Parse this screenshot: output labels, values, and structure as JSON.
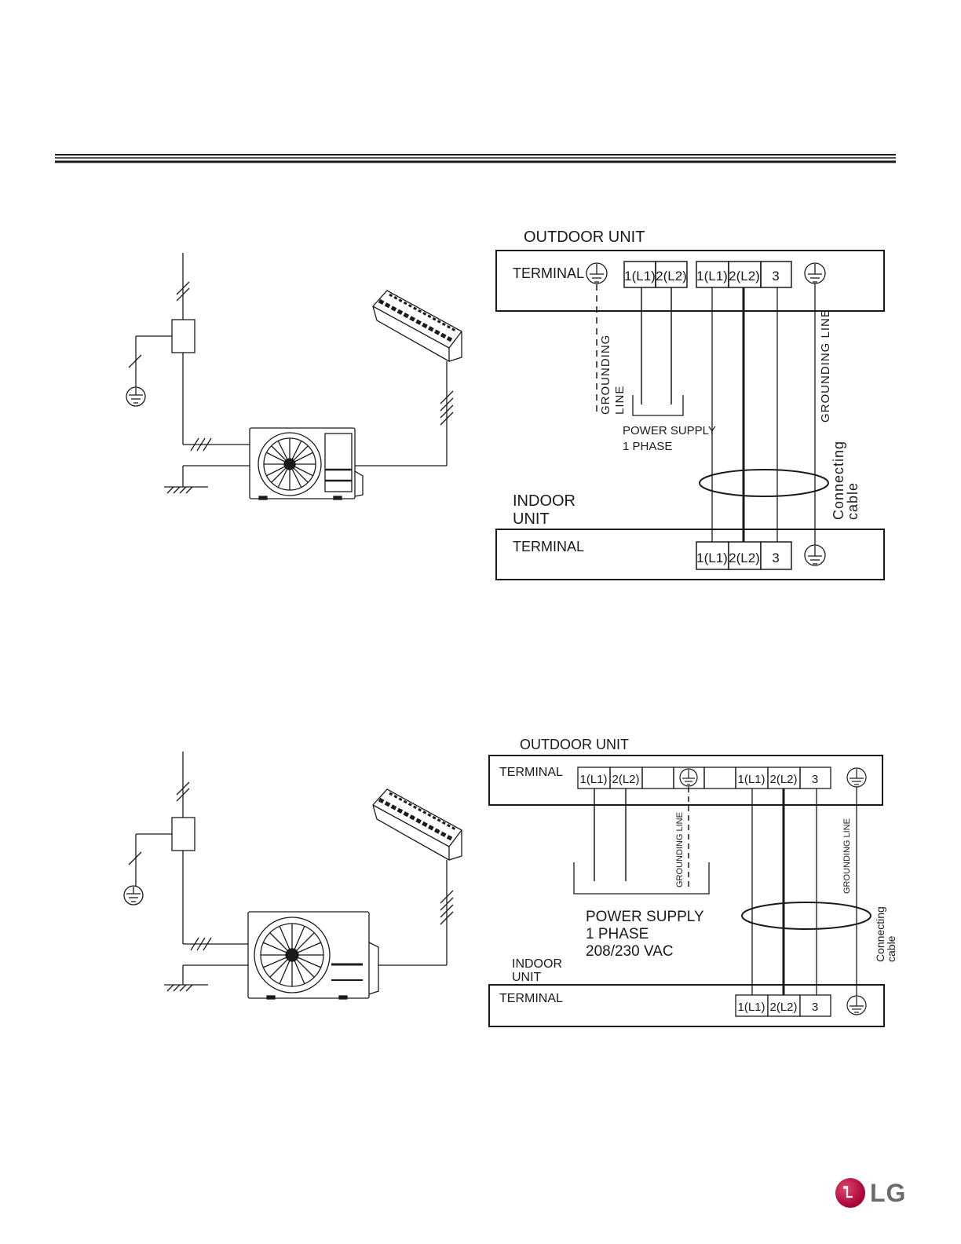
{
  "diagram1": {
    "outdoor_unit_label": "OUTDOOR UNIT",
    "terminal_label_outdoor": "TERMINAL",
    "power_terminals": [
      "1(L1)",
      "2(L2)"
    ],
    "connect_terminals": [
      "1(L1)",
      "2(L2)",
      "3"
    ],
    "grounding_line_left": "GROUNDING LINE",
    "grounding_line_left_l1": "GROUNDING",
    "grounding_line_left_l2": "LINE",
    "grounding_line_right": "GROUNDING LINE",
    "power_supply_l1": "POWER SUPPLY",
    "power_supply_l2": "1 PHASE",
    "connecting_cable_l1": "Connecting",
    "connecting_cable_l2": "cable",
    "indoor_unit_l1": "INDOOR",
    "indoor_unit_l2": "UNIT",
    "terminal_label_indoor": "TERMINAL",
    "indoor_terminals": [
      "1(L1)",
      "2(L2)",
      "3"
    ]
  },
  "diagram2": {
    "outdoor_unit_label": "OUTDOOR UNIT",
    "terminal_label_outdoor": "TERMINAL",
    "power_terminals": [
      "1(L1)",
      "2(L2)"
    ],
    "connect_terminals": [
      "1(L1)",
      "2(L2)",
      "3"
    ],
    "grounding_line_mid": "GROUNDING LINE",
    "grounding_line_right": "GROUNDING LINE",
    "power_supply_l1": "POWER SUPPLY",
    "power_supply_l2": "1 PHASE",
    "power_supply_l3": "208/230 VAC",
    "connecting_cable_l1": "Connecting",
    "connecting_cable_l2": "cable",
    "indoor_unit_l1": "INDOOR",
    "indoor_unit_l2": "UNIT",
    "terminal_label_indoor": "TERMINAL",
    "indoor_terminals": [
      "1(L1)",
      "2(L2)",
      "3"
    ]
  },
  "logo": {
    "text": "LG",
    "brand_color": "#a50034"
  }
}
